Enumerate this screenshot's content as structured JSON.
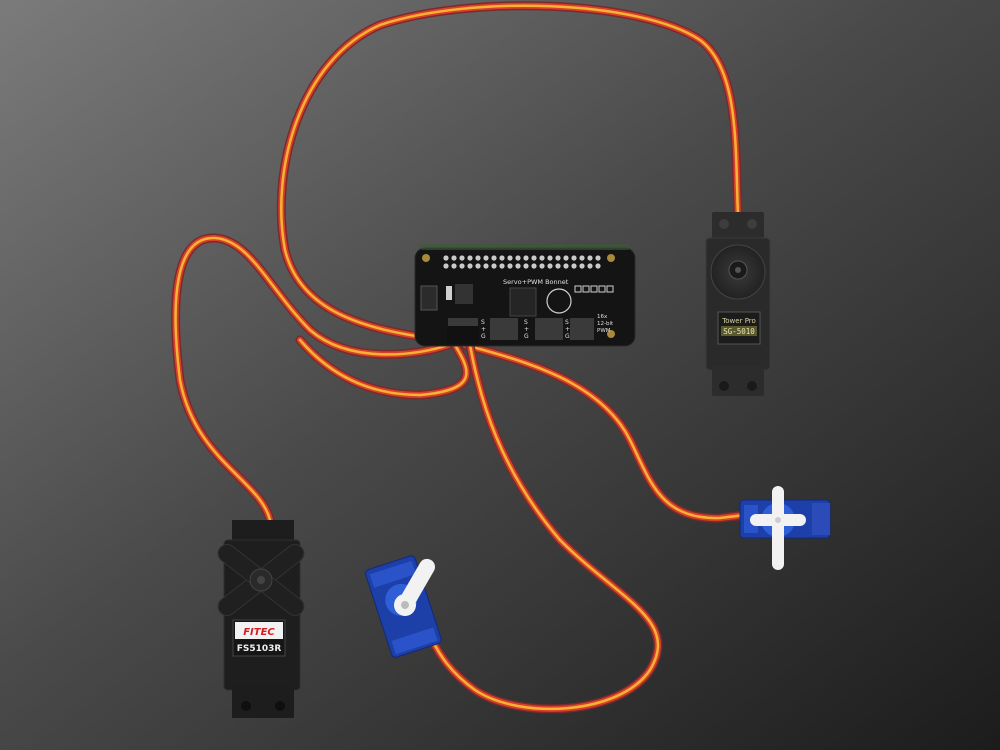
{
  "scene": {
    "description": "Product photo: Servo+PWM Bonnet board connected to four hobby servos via three-wire servo cables on a dark grey gradient background",
    "background": {
      "top_left": "#7b7b7b",
      "bottom_right": "#1c1c1c"
    }
  },
  "board": {
    "title": "Servo+PWM Bonnet",
    "spec_line1": "16x",
    "spec_line2": "12-bit",
    "spec_line3": "PWM",
    "header_marks": [
      "S",
      "+",
      "G"
    ],
    "color": "#141414"
  },
  "servos": [
    {
      "id": "sg5010",
      "brand": "Tower Pro",
      "model": "SG-5010",
      "body_color": "#2a2a2a"
    },
    {
      "id": "fs5103r",
      "brand": "FITEC",
      "model": "FS5103R",
      "body_color": "#1e1e1e"
    },
    {
      "id": "micro-right",
      "body_color": "#1d3fa8",
      "horn_color": "#f2f2f2"
    },
    {
      "id": "micro-bottom",
      "body_color": "#1d3fa8",
      "horn_color": "#f2f2f2"
    }
  ],
  "cable": {
    "signal": "#f6b233",
    "power": "#d8402c",
    "ground": "#7a2a2a"
  }
}
